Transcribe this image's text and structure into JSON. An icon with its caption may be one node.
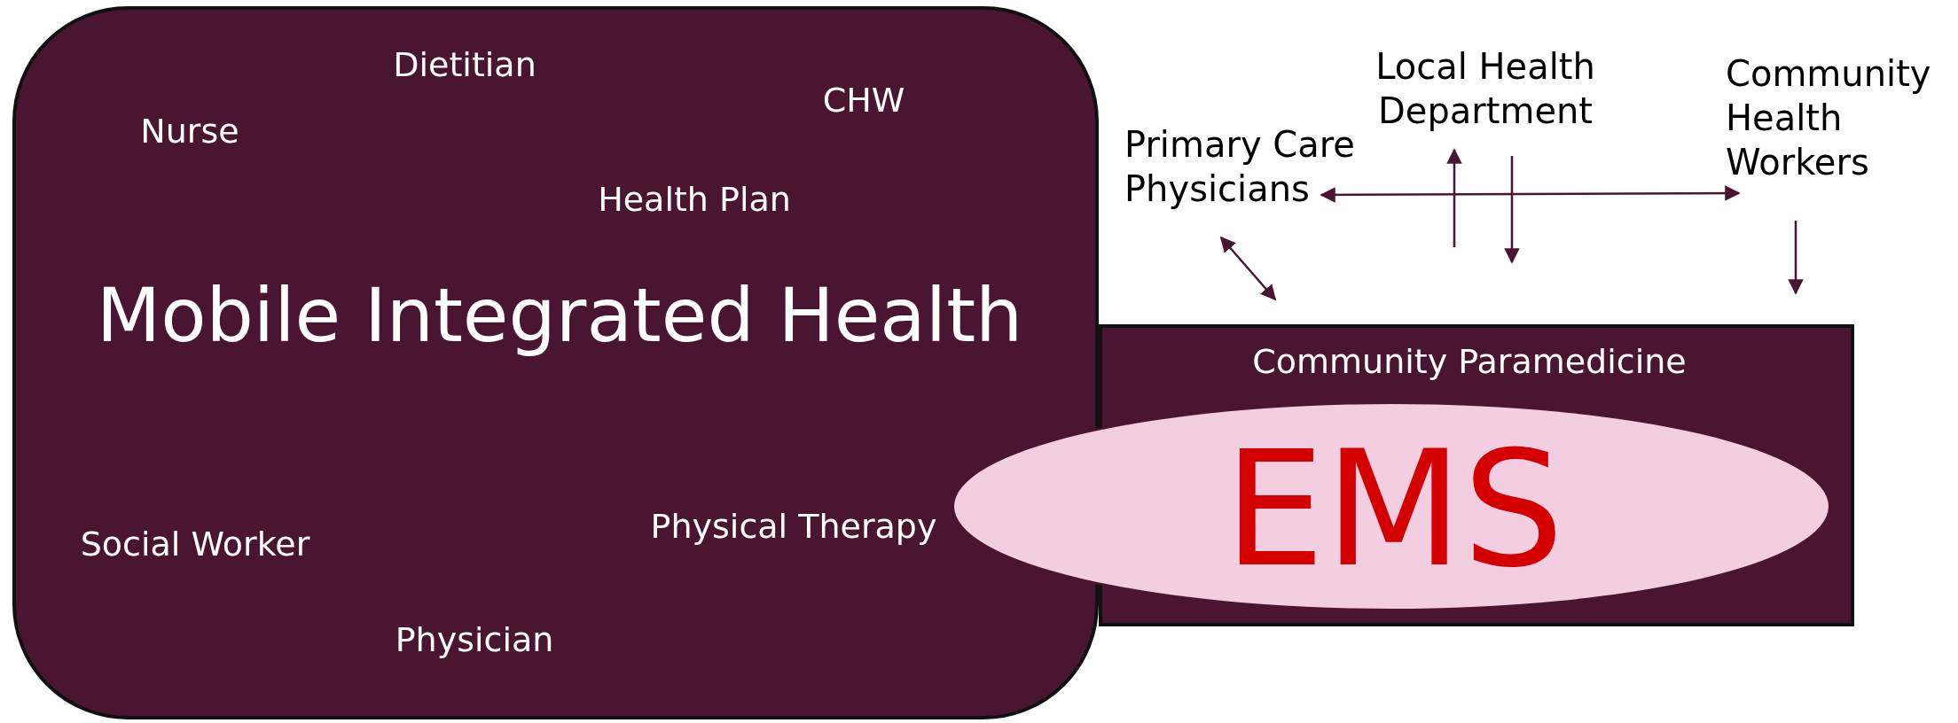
{
  "diagram": {
    "nodes": [
      {
        "text": [
          "Mobile Integrated Health"
        ]
      },
      {
        "text": [
          "Community Paramedicine"
        ]
      },
      {
        "text": [
          "EMS"
        ]
      },
      {
        "text": [
          "Primary Care Physicians"
        ]
      },
      {
        "text": [
          "Local Health Department"
        ]
      },
      {
        "text": [
          "Community Health Workers"
        ]
      }
    ],
    "edges": [
      {
        "from": 3,
        "to": 5,
        "arrow": "both"
      },
      {
        "from": 3,
        "to": 1,
        "arrow": "both"
      },
      {
        "from": 1,
        "to": 4,
        "arrow": "to"
      },
      {
        "from": 4,
        "to": 1,
        "arrow": "to"
      },
      {
        "from": 5,
        "to": 1,
        "arrow": "to"
      }
    ],
    "labels": [
      "Dietitian",
      "Nurse",
      "CHW",
      "Health Plan",
      "Social Worker",
      "Physical Therapy",
      "Physician"
    ]
  }
}
